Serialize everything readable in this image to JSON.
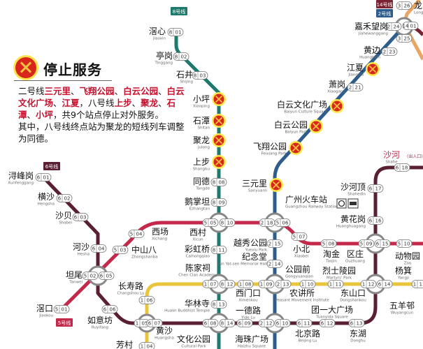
{
  "notice": {
    "icon": "closed-station-x-icon",
    "title": "停止服务",
    "paragraph1": [
      {
        "t": "二号线",
        "hl": false
      },
      {
        "t": "三元里",
        "hl": true
      },
      {
        "t": "、",
        "hl": false
      },
      {
        "t": "飞翔公园",
        "hl": true
      },
      {
        "t": "、",
        "hl": false
      },
      {
        "t": "白云公园",
        "hl": true
      },
      {
        "t": "、",
        "hl": false
      },
      {
        "t": "白云文化广场",
        "hl": true
      },
      {
        "t": "、",
        "hl": false
      },
      {
        "t": "江夏",
        "hl": true
      },
      {
        "t": "，八号线",
        "hl": false
      },
      {
        "t": "上步",
        "hl": true
      },
      {
        "t": "、",
        "hl": false
      },
      {
        "t": "聚龙",
        "hl": true
      },
      {
        "t": "、",
        "hl": false
      },
      {
        "t": "石潭",
        "hl": true
      },
      {
        "t": "、",
        "hl": false
      },
      {
        "t": "小坪",
        "hl": true
      },
      {
        "t": "，共9个站点停止对外服务。",
        "hl": false
      }
    ],
    "paragraph2": "其中，八号线终点站为聚龙的短线列车调整为同德。"
  },
  "colors": {
    "line1": "#e9c53c",
    "line2": "#2d5d8c",
    "line3": "#eaa565",
    "line5": "#c4284a",
    "line6": "#5b1f33",
    "line8": "#1f7a6e",
    "line14": "#7a2231",
    "closed": "#d8261c"
  },
  "line_badges": [
    {
      "label": "8号线",
      "color": "#1f7a6e"
    },
    {
      "label": "2号线",
      "color": "#2d5d8c"
    },
    {
      "label": "14号线",
      "color": "#7a2231"
    },
    {
      "label": "5号线",
      "color": "#c4284a"
    },
    {
      "label": "6号线",
      "color": "#5b1f33"
    }
  ],
  "extra_labels": {
    "shahe_note": "(出入口)"
  },
  "stations": [
    {
      "name": "滘心",
      "en": "Jiaoxin",
      "codes": [
        [
          "8",
          "01"
        ]
      ]
    },
    {
      "name": "亭岗",
      "en": "Tinggang",
      "codes": [
        [
          "8",
          "02"
        ]
      ]
    },
    {
      "name": "石井",
      "en": "Shijing",
      "codes": [
        [
          "8",
          "03"
        ]
      ]
    },
    {
      "name": "小坪",
      "en": "Xiaoping",
      "closed": true
    },
    {
      "name": "石潭",
      "en": "Shitan",
      "closed": true
    },
    {
      "name": "聚龙",
      "en": "Julong",
      "closed": true
    },
    {
      "name": "上步",
      "en": "Shangbu",
      "closed": true
    },
    {
      "name": "同德",
      "en": "Tongde",
      "codes": [
        [
          "8",
          "08"
        ]
      ]
    },
    {
      "name": "鹅掌坦",
      "en": "Ezhangtan",
      "codes": [
        [
          "8",
          "09"
        ]
      ]
    },
    {
      "name": "西村",
      "en": "Xicun",
      "codes": [
        [
          "5",
          "05"
        ],
        [
          "8",
          "10"
        ]
      ]
    },
    {
      "name": "彩虹桥",
      "en": "Caihongqiao",
      "codes": [
        [
          "8",
          "11"
        ]
      ]
    },
    {
      "name": "陈家祠",
      "en": "Chen Clan Academy",
      "codes": [
        [
          "1",
          "07"
        ],
        [
          "8",
          "12"
        ]
      ]
    },
    {
      "name": "华林寺",
      "en": "Hualin Buddhist Temple",
      "codes": [
        [
          "8",
          "13"
        ]
      ]
    },
    {
      "name": "文化公园",
      "en": "Cultural Park",
      "codes": [
        [
          "6",
          "08"
        ],
        [
          "8",
          "14"
        ]
      ]
    },
    {
      "name": "嘉禾望岗",
      "en": "Jiahewanggang",
      "codes": [
        [
          "2",
          "24"
        ],
        [
          "14",
          "01"
        ],
        [
          "3",
          "25"
        ]
      ]
    },
    {
      "name": "黄边",
      "en": "Huangbian",
      "codes": [
        [
          "2",
          "23"
        ]
      ]
    },
    {
      "name": "江夏",
      "en": "Jiangxia",
      "closed": true
    },
    {
      "name": "萧岗",
      "en": "Xiaogang",
      "codes": [
        [
          "2",
          "21"
        ]
      ]
    },
    {
      "name": "白云文化广场",
      "en": "Baiyun Culture Square",
      "closed": true
    },
    {
      "name": "白云公园",
      "en": "Baiyun Park",
      "closed": true
    },
    {
      "name": "飞翔公园",
      "en": "Feixiang Park",
      "closed": true
    },
    {
      "name": "三元里",
      "en": "Sanyuanli",
      "closed": true
    },
    {
      "name": "广州火车站",
      "en": "Guangzhou Railway Station",
      "codes": [
        [
          "2",
          "18"
        ],
        [
          "5",
          "06"
        ]
      ]
    },
    {
      "name": "越秀公园",
      "en": "Yuexiu Park",
      "codes": [
        [
          "2",
          "15"
        ]
      ]
    },
    {
      "name": "纪念堂",
      "en": "Sun Yat-sen Memorial Hall",
      "codes": [
        [
          "2",
          "14"
        ]
      ]
    },
    {
      "name": "公园前",
      "en": "Gongyuanqian",
      "codes": [
        [
          "1",
          "09"
        ],
        [
          "2",
          "13"
        ]
      ]
    },
    {
      "name": "海珠广场",
      "en": "Haizhu Square",
      "codes": [
        [
          "2",
          "12"
        ],
        [
          "6",
          "10"
        ]
      ]
    },
    {
      "name": "浔峰岗",
      "en": "Xunfenggang",
      "codes": [
        [
          "6",
          "01"
        ]
      ]
    },
    {
      "name": "横沙",
      "en": "Hengsha",
      "codes": [
        [
          "6",
          "02"
        ]
      ]
    },
    {
      "name": "沙贝",
      "en": "Shabei",
      "codes": [
        [
          "6",
          "03"
        ]
      ]
    },
    {
      "name": "河沙",
      "en": "Hesha",
      "codes": [
        [
          "6",
          "04"
        ]
      ]
    },
    {
      "name": "坦尾",
      "en": "Tanwei",
      "codes": [
        [
          "5",
          "02"
        ],
        [
          "6",
          "05"
        ]
      ]
    },
    {
      "name": "滘口",
      "en": "Jiaokou",
      "codes": [
        [
          "5",
          "01"
        ]
      ]
    },
    {
      "name": "中山八",
      "en": "Zhongshanba",
      "codes": [
        [
          "5",
          "03"
        ]
      ]
    },
    {
      "name": "西场",
      "en": "Xichang",
      "codes": [
        [
          "5",
          "04"
        ]
      ]
    },
    {
      "name": "如意坊",
      "en": "Ruyifang",
      "codes": [
        [
          "6",
          "06"
        ]
      ]
    },
    {
      "name": "长寿路",
      "en": "Changshou Lu",
      "codes": [
        [
          "1",
          "06"
        ]
      ]
    },
    {
      "name": "黄沙",
      "en": "Huangsha",
      "codes": [
        [
          "1",
          "05"
        ],
        [
          "6",
          "07"
        ]
      ]
    },
    {
      "name": "芳村",
      "en": "",
      "codes": [
        [
          "1",
          "04"
        ]
      ]
    },
    {
      "name": "西门口",
      "en": "Ximenkou",
      "codes": [
        [
          "1",
          "08"
        ]
      ]
    },
    {
      "name": "一德路",
      "en": "Yide Lu",
      "codes": [
        [
          "6",
          "09"
        ]
      ]
    },
    {
      "name": "小北",
      "en": "Xiaobei",
      "codes": [
        [
          "5",
          "07"
        ]
      ]
    },
    {
      "name": "淘金",
      "en": "Taojin",
      "codes": [
        [
          "5",
          "08"
        ]
      ]
    },
    {
      "name": "区庄",
      "en": "Ouzhuang",
      "codes": [
        [
          "5",
          "09"
        ],
        [
          "6",
          "15"
        ]
      ]
    },
    {
      "name": "动物园",
      "en": "Zoo",
      "codes": [
        [
          "5",
          "10"
        ]
      ]
    },
    {
      "name": "农讲所",
      "en": "Peasant Movement Institute",
      "codes": [
        [
          "1",
          "10"
        ]
      ]
    },
    {
      "name": "烈士陵园",
      "en": "Martyrs' Park",
      "codes": [
        [
          "1",
          "11"
        ]
      ]
    },
    {
      "name": "东山口",
      "en": "Dongshankou",
      "codes": [
        [
          "1",
          "12"
        ],
        [
          "6",
          "14"
        ]
      ]
    },
    {
      "name": "杨箕",
      "en": "Yangji",
      "codes": [
        [
          "1",
          "13"
        ]
      ]
    },
    {
      "name": "北京路",
      "en": "Beijing Lu",
      "codes": [
        [
          "6",
          "11"
        ]
      ]
    },
    {
      "name": "团一大广场",
      "en": "Tuanyida Square",
      "codes": [
        [
          "6",
          "12"
        ]
      ]
    },
    {
      "name": "东湖",
      "en": "Donghu",
      "codes": [
        [
          "6",
          "13"
        ]
      ]
    },
    {
      "name": "黄花岗",
      "en": "Huanghuagang",
      "codes": [
        [
          "6",
          "16"
        ]
      ]
    },
    {
      "name": "沙河顶",
      "en": "Shahedin",
      "codes": [
        [
          "6",
          "17"
        ]
      ]
    },
    {
      "name": "沙河",
      "en": "Shahe",
      "codes": [
        [
          "6",
          "18"
        ]
      ]
    },
    {
      "name": "五羊邨",
      "en": "Wuyangcun",
      "codes": []
    },
    {
      "name": "龙归",
      "en": "Longgui",
      "codes": [
        [
          "3",
          "26"
        ]
      ]
    }
  ]
}
